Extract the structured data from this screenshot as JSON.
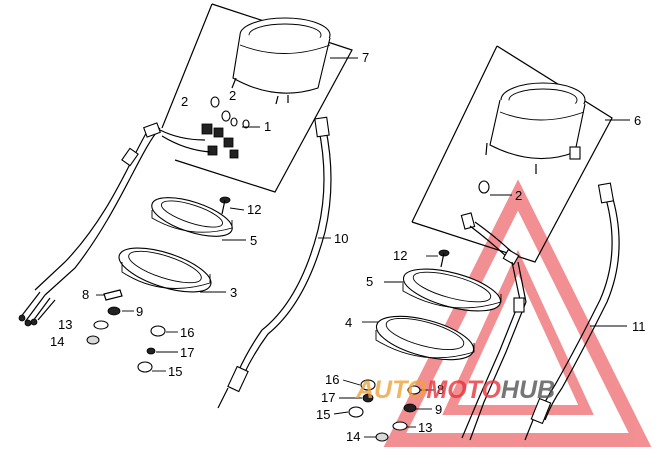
{
  "left_assembly": {
    "callouts": {
      "c7": "7",
      "c2a": "2",
      "c2b": "2",
      "c1": "1",
      "c12": "12",
      "c5": "5",
      "c3": "3",
      "c10": "10",
      "c8": "8",
      "c9": "9",
      "c13": "13",
      "c14": "14",
      "c16": "16",
      "c17": "17",
      "c15": "15"
    }
  },
  "right_assembly": {
    "callouts": {
      "c6": "6",
      "c2": "2",
      "c12": "12",
      "c5": "5",
      "c4": "4",
      "c11": "11",
      "c16": "16",
      "c8": "8",
      "c17": "17",
      "c9": "9",
      "c15": "15",
      "c13": "13",
      "c14": "14"
    }
  },
  "watermark": {
    "text": "AUTOMOTOHUB",
    "color_red": "#e8343a",
    "color_orange": "#f0a23a",
    "color_dark": "#555555"
  }
}
